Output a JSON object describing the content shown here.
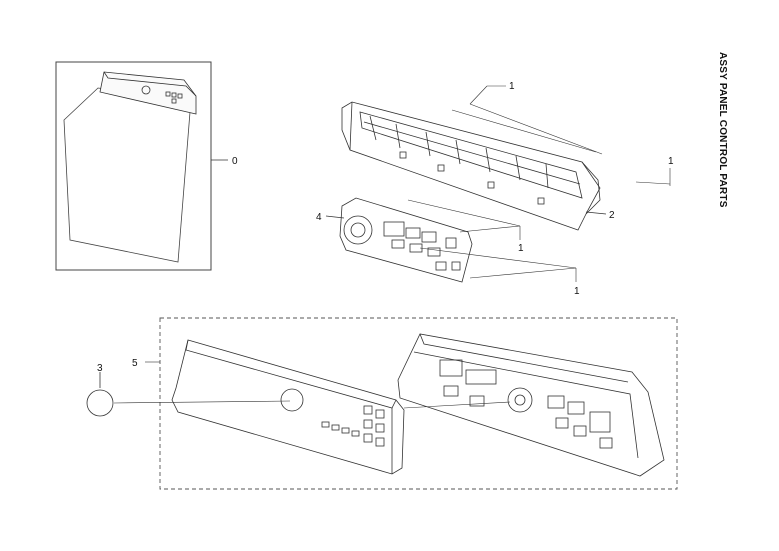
{
  "diagram": {
    "title": "ASSY PANEL CONTROL PARTS",
    "callouts": {
      "part0": "0",
      "part1a": "1",
      "part1b": "1",
      "part1c": "1",
      "part1d": "1",
      "part2": "2",
      "part3": "3",
      "part4": "4",
      "part5": "5"
    }
  }
}
